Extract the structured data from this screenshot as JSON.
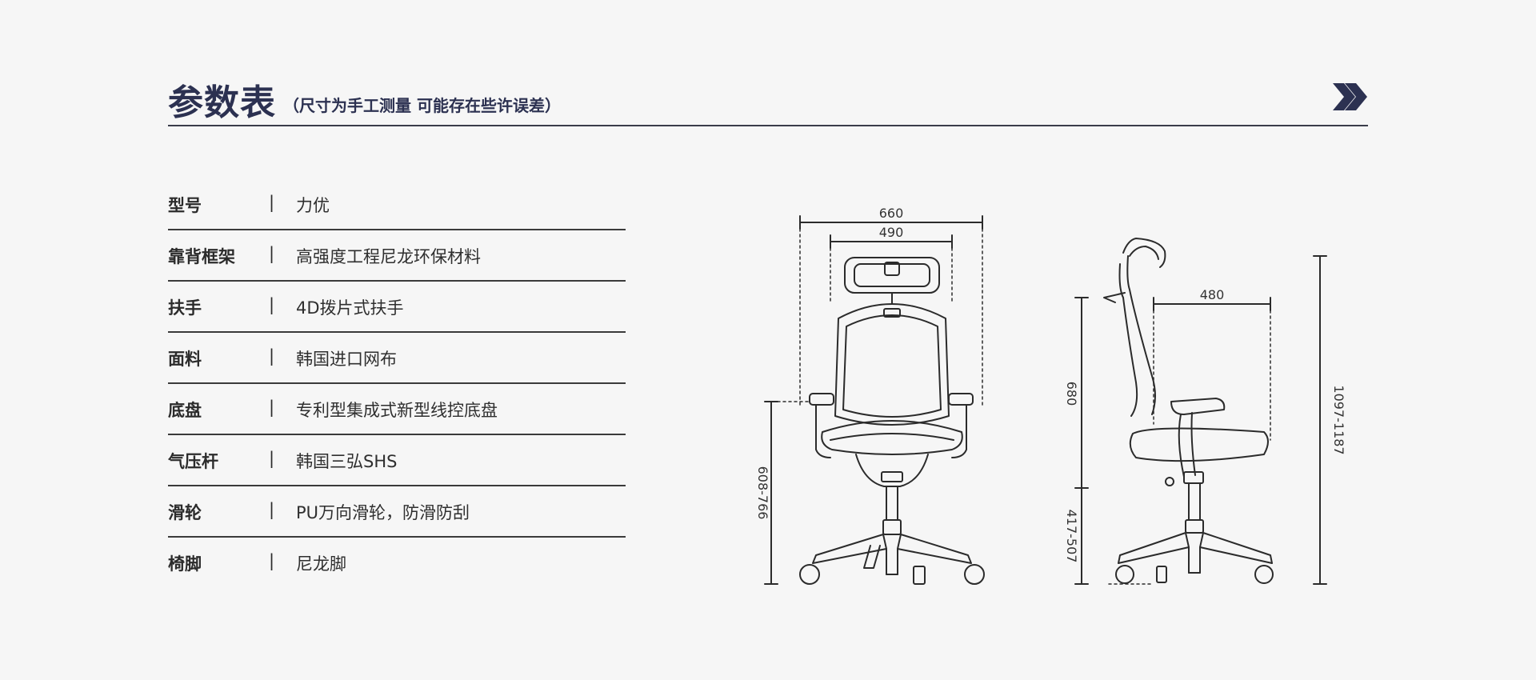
{
  "header": {
    "title": "参数表",
    "subtitle": "（尺寸为手工测量 可能存在些许误差）"
  },
  "specs": [
    {
      "label": "型号",
      "sep": "|",
      "value": "力优"
    },
    {
      "label": "靠背框架",
      "sep": "|",
      "value": "高强度工程尼龙环保材料"
    },
    {
      "label": "扶手",
      "sep": "|",
      "value": "4D拨片式扶手"
    },
    {
      "label": "面料",
      "sep": "|",
      "value": "韩国进口网布"
    },
    {
      "label": "底盘",
      "sep": "|",
      "value": "专利型集成式新型线控底盘"
    },
    {
      "label": "气压杆",
      "sep": "|",
      "value": "韩国三弘SHS"
    },
    {
      "label": "滑轮",
      "sep": "|",
      "value": "PU万向滑轮，防滑防刮"
    },
    {
      "label": "椅脚",
      "sep": "|",
      "value": "尼龙脚"
    }
  ],
  "dimensions": {
    "front_width_outer": "660",
    "front_width_inner": "490",
    "front_seat_height": "608-766",
    "side_seat_depth": "480",
    "side_back_height": "680",
    "side_seat_height": "417-507",
    "side_total_height": "1097-1187"
  },
  "icons": {
    "next": "double-chevron-right-icon"
  },
  "colors": {
    "accent": "#2c3151",
    "background": "#f6f6f6"
  }
}
